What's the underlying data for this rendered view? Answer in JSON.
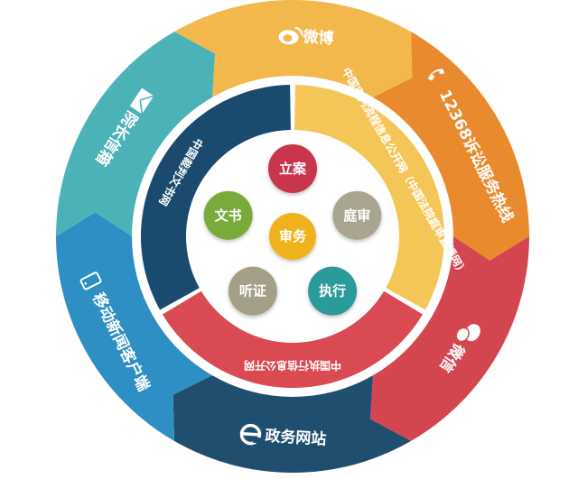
{
  "outer_ring": [
    {
      "label": "微博",
      "icon": "weibo-icon",
      "color": "#f2b84b"
    },
    {
      "label": "12368诉讼服务热线",
      "icon": "phone-icon",
      "color": "#ea8a2e"
    },
    {
      "label": "微信",
      "icon": "wechat-icon",
      "color": "#d4464f"
    },
    {
      "label": "政务网站",
      "icon": "ie-browser-icon",
      "color": "#1f4e6e"
    },
    {
      "label": "移动新闻客户端",
      "icon": "mobile-phone-icon",
      "color": "#2d8fc4"
    },
    {
      "label": "院长信箱",
      "icon": "envelope-icon",
      "color": "#4bb3b8"
    }
  ],
  "inner_ring": [
    {
      "label": "中国审判流程信息公开网（中国法院庭审直播网）",
      "color": "#f4c658"
    },
    {
      "label": "中国执行信息公开网",
      "color": "#d94a52"
    },
    {
      "label": "中国裁判文书网",
      "color": "#1a4a6e"
    }
  ],
  "center": {
    "label": "审务",
    "color": "#f0b21e"
  },
  "satellites": [
    {
      "label": "立案",
      "color": "#c9344d"
    },
    {
      "label": "庭审",
      "color": "#a9a591"
    },
    {
      "label": "执行",
      "color": "#2a9a9b"
    },
    {
      "label": "听证",
      "color": "#a39f88"
    },
    {
      "label": "文书",
      "color": "#7aaa3a"
    }
  ]
}
